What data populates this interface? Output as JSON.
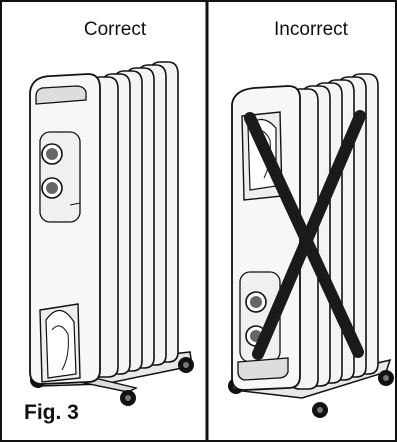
{
  "labels": {
    "correct": "Correct",
    "incorrect": "Incorrect",
    "figure": "Fig. 3"
  }
}
